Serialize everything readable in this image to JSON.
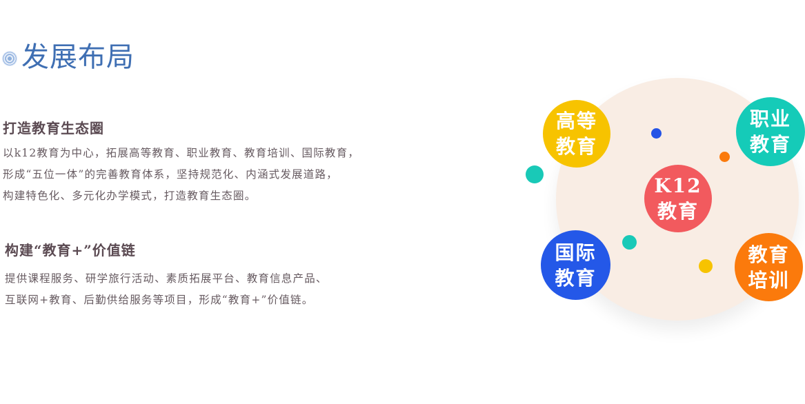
{
  "header": {
    "title": "发展布局",
    "icon": "concentric-circle-icon"
  },
  "section1": {
    "title": "打造教育生态圈",
    "lines": [
      "以k12教育为中心，拓展高等教育、职业教育、教育培训、国际教育，",
      "形成“五位一体”的完善教育体系，坚持规范化、内涵式发展道路，",
      "构建特色化、多元化办学模式，打造教育生态圈。"
    ]
  },
  "section2": {
    "title": "构建“教育+”价值链",
    "lines": [
      "提供课程服务、研学旅行活动、素质拓展平台、教育信息产品、",
      "互联网+教育、后勤供给服务等项目，形成“教育+”价值链。"
    ]
  },
  "diagram": {
    "center": {
      "line1": "K12",
      "line2": "教育",
      "color": "#f25a5e"
    },
    "higher": {
      "line1": "高等",
      "line2": "教育",
      "color": "#f7c300"
    },
    "vocational": {
      "line1": "职业",
      "line2": "教育",
      "color": "#15cbb8"
    },
    "international": {
      "line1": "国际",
      "line2": "教育",
      "color": "#2458e8"
    },
    "training": {
      "line1": "教育",
      "line2": "培训",
      "color": "#fb7a0c"
    },
    "background_color": "#f9ede4"
  }
}
